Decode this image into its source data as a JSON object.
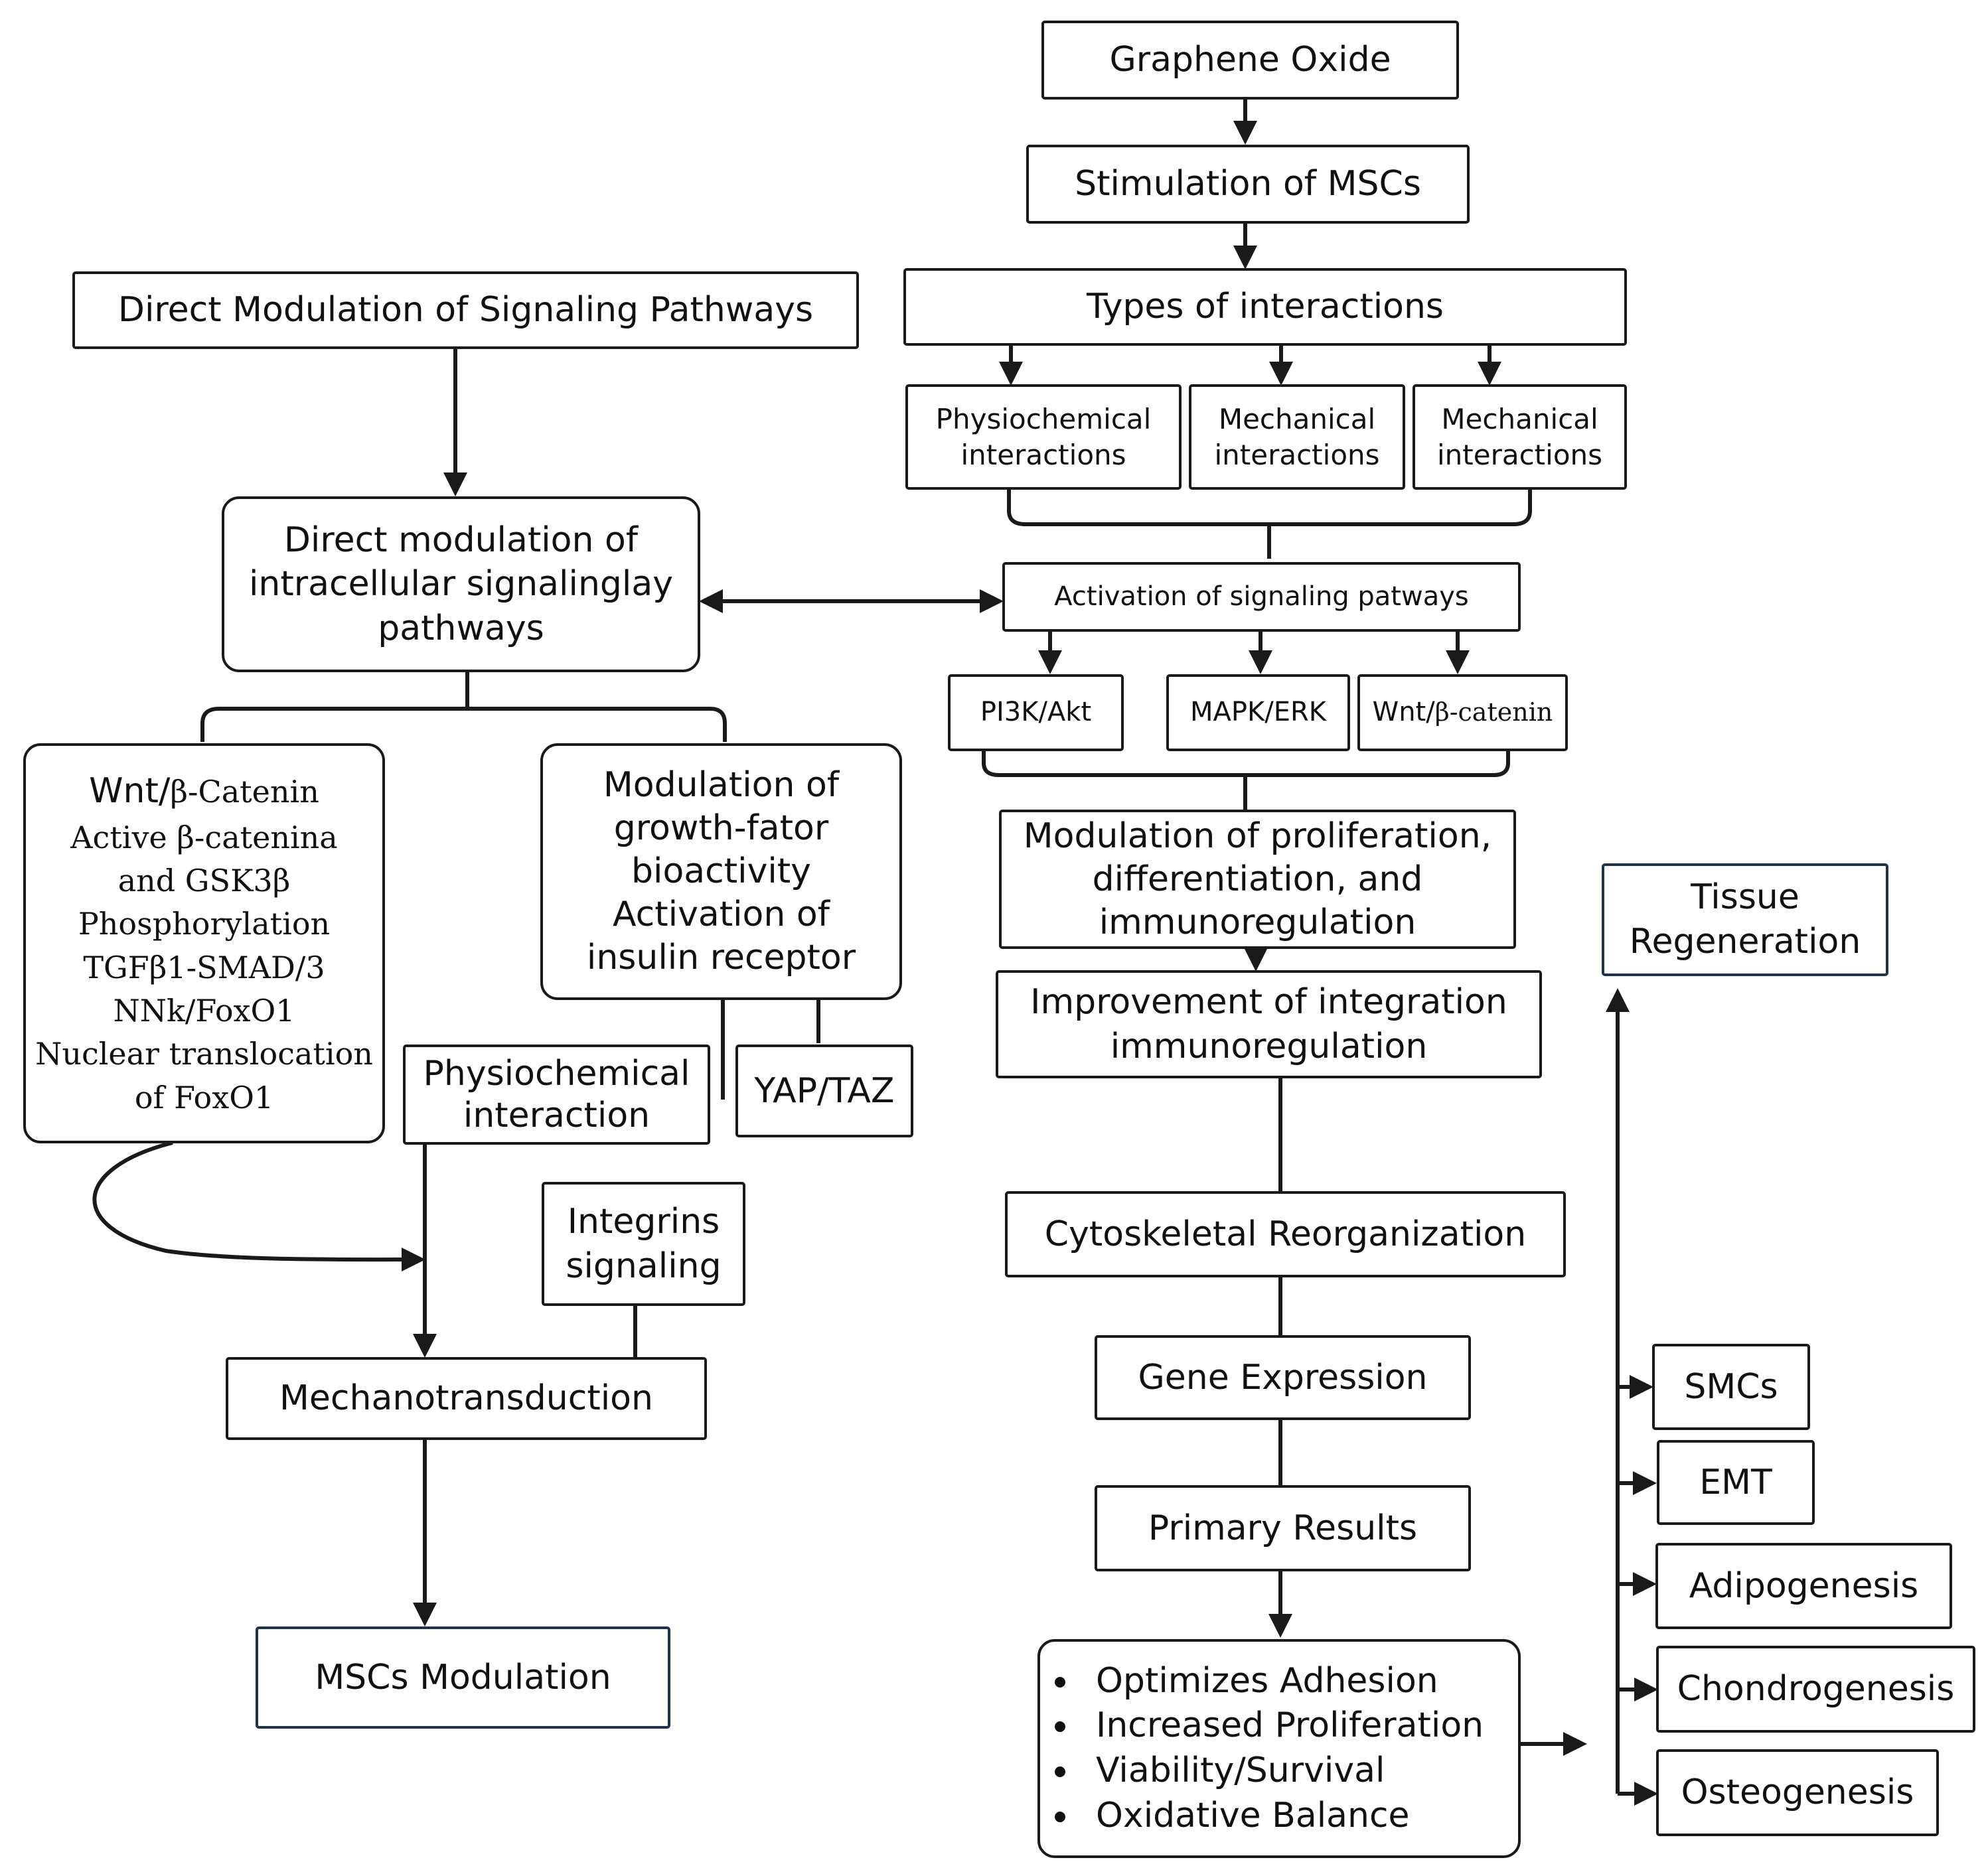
{
  "nodes": {
    "graphene_oxide": "Graphene Oxide",
    "stimulation": "Stimulation of MSCs",
    "types": "Types of interactions",
    "physiochemical_interactions": [
      "Physiochemical",
      "interactions"
    ],
    "mechanical_1": [
      "Mechanical",
      "interactions"
    ],
    "mechanical_2": [
      "Mechanical",
      "interactions"
    ],
    "activation": "Activation of signaling patways",
    "pi3k": "PI3K/Akt",
    "mapk": "MAPK/ERK",
    "wnt_head": "Wnt/",
    "wnt_tail": "β-catenin",
    "modulation_prolif": [
      "Modulation of proliferation,",
      "differentiation, and",
      "immunoregulation"
    ],
    "improvement": [
      "Improvement of integration",
      "immunoregulation"
    ],
    "cytoskeletal": "Cytoskeletal Reorganization",
    "gene_expression": "Gene Expression",
    "primary_results": "Primary Results",
    "results_list": [
      "Optimizes Adhesion",
      "Increased Proliferation",
      "Viability/Survival",
      "Oxidative Balance"
    ],
    "tissue_regeneration": [
      "Tissue",
      "Regeneration"
    ],
    "outcomes": [
      "SMCs",
      "EMT",
      "Adipogenesis",
      "Chondrogenesis",
      "Osteogenesis"
    ],
    "direct_modulation": "Direct Modulation of Signaling Pathways",
    "direct_intracellular": [
      "Direct modulation of",
      "intracellular signalinglay",
      "pathways"
    ],
    "wnt_box_head": "Wnt/",
    "wnt_box_lines": [
      "β-Catenin",
      "Active β-catenina",
      "and GSK3β",
      "Phosphorylation",
      "TGFβ1-SMAD/3",
      "NNk/FoxO1",
      "Nuclear translocation",
      "of FoxO1"
    ],
    "growth_factor": [
      "Modulation of",
      "growth-fator",
      "bioactivity",
      "Activation of",
      "insulin receptor"
    ],
    "physiochemical_interaction": [
      "Physiochemical",
      "interaction"
    ],
    "yap_taz": "YAP/TAZ",
    "integrins": [
      "Integrins",
      "signaling"
    ],
    "mechanotransduction": "Mechanotransduction",
    "mscs_modulation": "MSCs Modulation"
  },
  "colors": {
    "line": "#1a1a1a",
    "navy_border": "#1f3349",
    "text": "#111111"
  }
}
